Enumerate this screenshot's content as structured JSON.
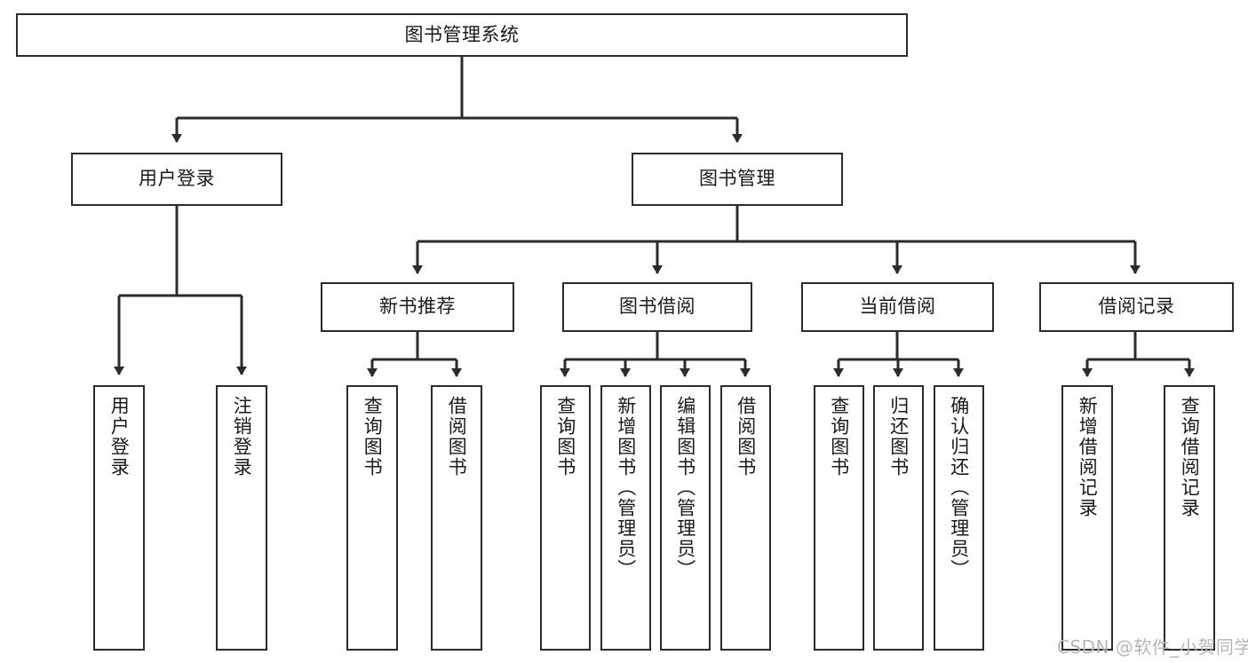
{
  "diagram": {
    "title": "图书管理系统",
    "watermark": "CSDN @软件_小贺同学",
    "colors": {
      "stroke": "#2b2b2b",
      "background": "#ffffff",
      "text": "#1a1a1a",
      "watermark": "#b6b6b6"
    },
    "nodes": {
      "root": {
        "label": "图书管理系统"
      },
      "level1": [
        {
          "id": "user_login",
          "label": "用户登录"
        },
        {
          "id": "book_manage",
          "label": "图书管理"
        }
      ],
      "level2": [
        {
          "id": "new_book_rec",
          "label": "新书推荐"
        },
        {
          "id": "book_borrow",
          "label": "图书借阅"
        },
        {
          "id": "current_borrow",
          "label": "当前借阅"
        },
        {
          "id": "borrow_record",
          "label": "借阅记录"
        }
      ],
      "leaves": {
        "user_login": [
          {
            "id": "leaf_user_login",
            "label": "用户登录"
          },
          {
            "id": "leaf_logout",
            "label": "注销登录"
          }
        ],
        "new_book_rec": [
          {
            "id": "leaf_query_book_1",
            "label": "查询图书"
          },
          {
            "id": "leaf_borrow_book_1",
            "label": "借阅图书"
          }
        ],
        "book_borrow": [
          {
            "id": "leaf_query_book_2",
            "label": "查询图书"
          },
          {
            "id": "leaf_add_book",
            "label": "新增图书（管理员）"
          },
          {
            "id": "leaf_edit_book",
            "label": "编辑图书（管理员）"
          },
          {
            "id": "leaf_borrow_book_2",
            "label": "借阅图书"
          }
        ],
        "current_borrow": [
          {
            "id": "leaf_query_book_3",
            "label": "查询图书"
          },
          {
            "id": "leaf_return_book",
            "label": "归还图书"
          },
          {
            "id": "leaf_confirm_return",
            "label": "确认归还（管理员）"
          }
        ],
        "borrow_record": [
          {
            "id": "leaf_add_record",
            "label": "新增借阅记录"
          },
          {
            "id": "leaf_query_record",
            "label": "查询借阅记录"
          }
        ]
      }
    }
  }
}
